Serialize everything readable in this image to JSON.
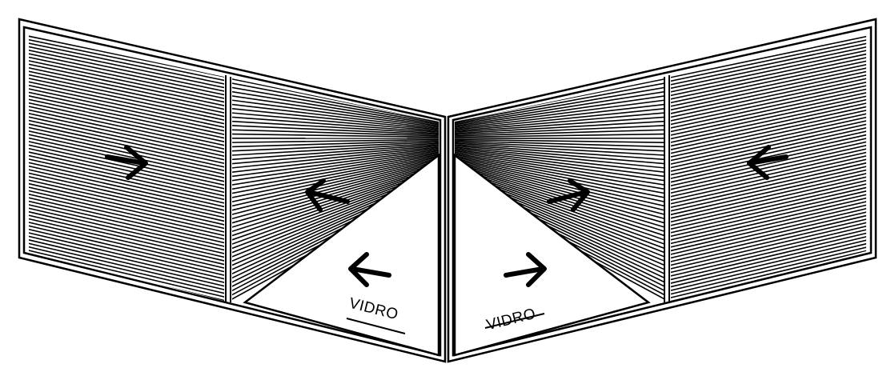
{
  "diagram": {
    "glass_labels": [
      "VIDRO",
      "VIDRO"
    ],
    "panels": [
      {
        "side": "left",
        "section": "outer",
        "arrow": "right"
      },
      {
        "side": "left",
        "section": "inner",
        "arrow": "left"
      },
      {
        "side": "left",
        "section": "glass",
        "arrow": "left"
      },
      {
        "side": "right",
        "section": "glass",
        "arrow": "right"
      },
      {
        "side": "right",
        "section": "inner",
        "arrow": "right"
      },
      {
        "side": "right",
        "section": "outer",
        "arrow": "left"
      }
    ],
    "colors": {
      "line": "#000000",
      "background": "#ffffff"
    }
  }
}
